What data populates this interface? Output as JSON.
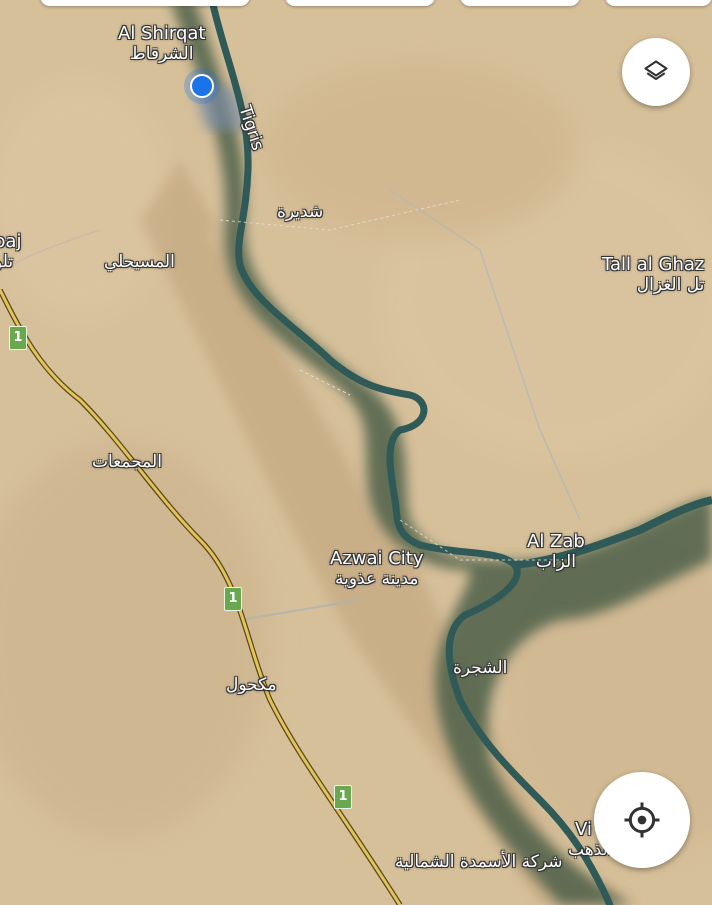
{
  "colors": {
    "terrain": "#d6c09a",
    "river": "#2f5a57",
    "vegetation": "#4d6049",
    "road": "#c9a23a",
    "route_shield": "#6aa84f",
    "location_dot": "#1a73e8"
  },
  "places": [
    {
      "name": "Al Shirqat",
      "name_ar": "الشرقاط"
    },
    {
      "name": "",
      "name_ar": "شديرة"
    },
    {
      "name": "",
      "name_ar": "المسيحلي"
    },
    {
      "name": "",
      "name_ar": "المجمعات"
    },
    {
      "name": "Tall al Ghaz",
      "name_ar": "تل الغزال"
    },
    {
      "name": "baj",
      "name_ar": "تلو"
    },
    {
      "name": "Azwai City",
      "name_ar": "مدينة عذوية"
    },
    {
      "name": "Al Zab",
      "name_ar": "الزاب"
    },
    {
      "name": "",
      "name_ar": "الشجرة"
    },
    {
      "name": "",
      "name_ar": "مكحول"
    },
    {
      "name": "",
      "name_ar": "شركة الأسمدة الشمالية"
    },
    {
      "name": "Vi Of Gold",
      "name_ar": "قرية تل الذهب"
    }
  ],
  "river_label": "Tigris",
  "route_number": "1",
  "controls": {
    "layers_icon": "layers-icon",
    "locate_icon": "my-location-icon"
  }
}
